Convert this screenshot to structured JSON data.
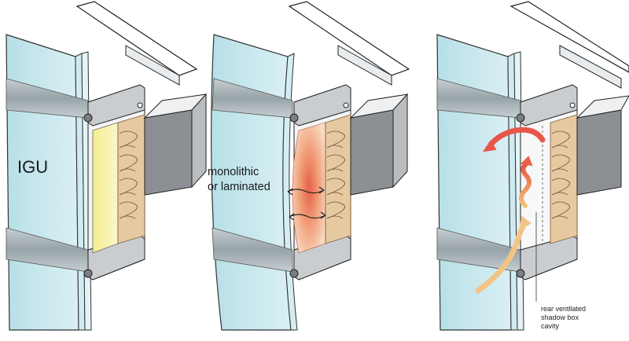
{
  "labels": {
    "igu": "IGU",
    "monolithic_line1": "monolithic",
    "monolithic_line2": "or laminated",
    "rear_line1": "rear ventilated",
    "rear_line2": "shadow box",
    "rear_line3": "cavity"
  },
  "colors": {
    "glass": "#bfe3ea",
    "glass_light": "#d8f0f4",
    "spandrel_band": "#a9b6bb",
    "frame_grey": "#9aa0a4",
    "frame_dark": "#6e7478",
    "duct_grey": "#8a8e92",
    "insulation": "#e2c49a",
    "shadowbox_yellow": "#f7ef9a",
    "heat_core": "#e8705a",
    "heat_outer": "#f6c39a",
    "air_hot": "#e8584a",
    "air_cool": "#f5c07a"
  }
}
